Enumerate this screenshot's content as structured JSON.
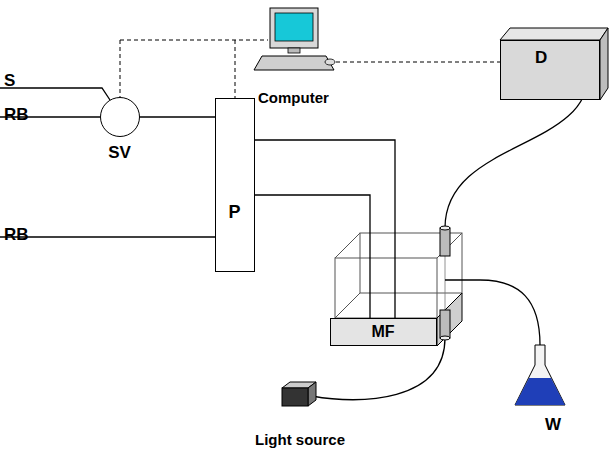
{
  "diagram": {
    "nodes": [
      {
        "text": [
          "SV"
        ]
      },
      {
        "text": [
          "P"
        ]
      },
      {
        "text": [
          "MF"
        ]
      },
      {
        "text": [
          "D"
        ]
      }
    ],
    "edges": [
      {
        "from": 0,
        "to": 1,
        "arrow": "none"
      },
      {
        "from": 1,
        "to": 2,
        "arrow": "none"
      },
      {
        "from": 1,
        "to": 2,
        "arrow": "none"
      }
    ],
    "labels": [
      "S",
      "RB",
      "RB",
      "Computer",
      "W",
      "Light source"
    ]
  }
}
